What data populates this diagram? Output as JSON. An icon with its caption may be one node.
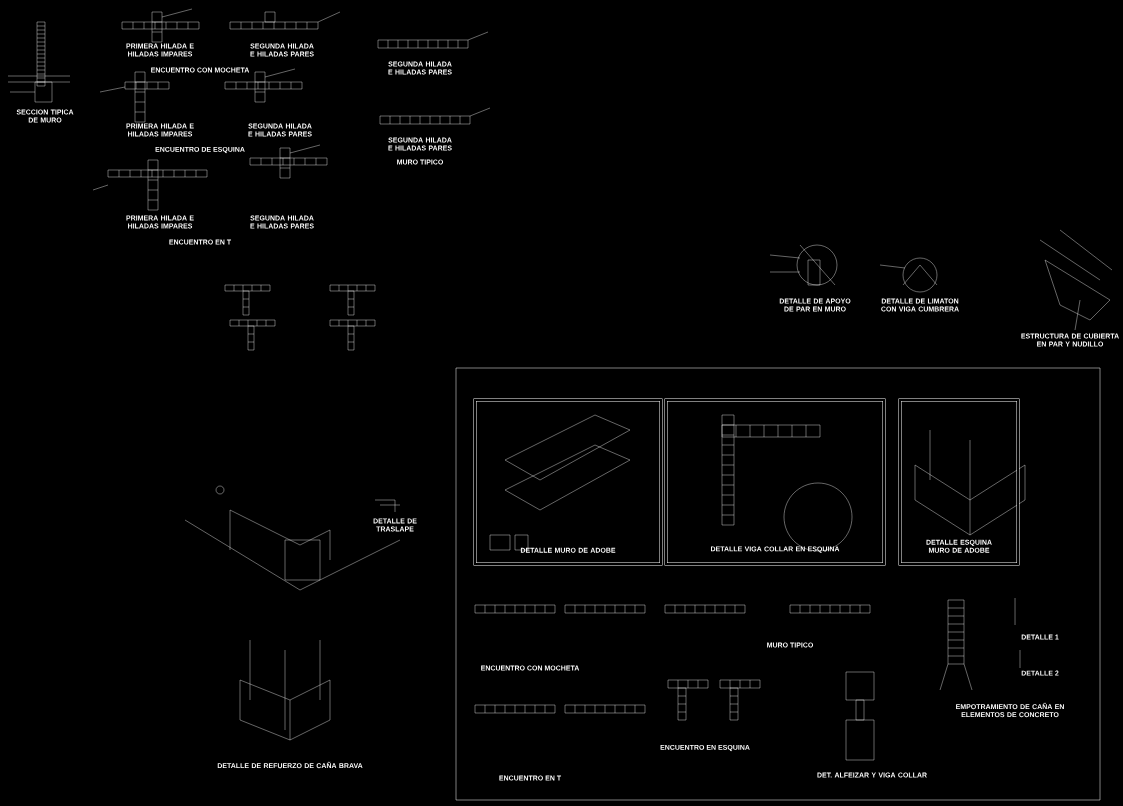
{
  "diagram": {
    "nodes": [
      {
        "text": [],
        "shape": "box"
      },
      {
        "text": [
          "DETALLE MURO DE ADOBE"
        ],
        "in": 0
      },
      {
        "text": [
          "DETALLE VIGA COLLAR EN ESQUINA"
        ],
        "in": 0
      },
      {
        "text": [
          "DETALLE ESQUINA MURO DE ADOBE"
        ],
        "in": 0
      }
    ],
    "edges": [],
    "labels": [
      "SECCION TIPICA DE MURO",
      "PRIMERA HILADA E HILADAS IMPARES",
      "SEGUNDA HILADA E HILADAS PARES",
      "ENCUENTRO CON MOCHETA",
      "SEGUNDA HILADA E HILADAS PARES",
      "PRIMERA HILADA E HILADAS IMPARES",
      "SEGUNDA HILADA E HILADAS PARES",
      "ENCUENTRO DE ESQUINA",
      "SEGUNDA HILADA E HILADAS PARES",
      "MURO TIPICO",
      "PRIMERA HILADA E HILADAS IMPARES",
      "SEGUNDA HILADA E HILADAS PARES",
      "ENCUENTRO EN T",
      "DETALLE DE APOYO DE PAR EN MURO",
      "DETALLE DE LIMATON CON VIGA CUMBRERA",
      "ESTRUCTURA DE CUBIERTA EN PAR Y NUDILLO",
      "DETALLE DE TRASLAPE",
      "DETALLE DE REFUERZO DE CAÑA BRAVA",
      "ENCUENTRO CON MOCHETA",
      "MURO TIPICO",
      "DETALLE 1",
      "DETALLE 2",
      "EMPOTRAMIENTO DE CAÑA EN ELEMENTOS DE CONCRETO",
      "ENCUENTRO EN ESQUINA",
      "ENCUENTRO EN T",
      "DET. ALFEIZAR Y VIGA COLLAR"
    ]
  }
}
